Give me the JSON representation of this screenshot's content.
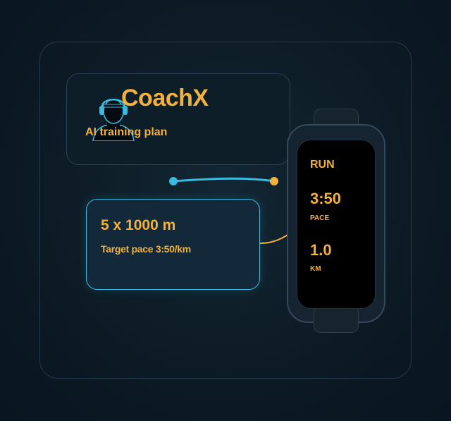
{
  "brand": {
    "name": "CoachX",
    "tagline": "AI training plan"
  },
  "workout": {
    "title": "5 x 1000 m",
    "subtitle": "Target pace 3:50/km"
  },
  "watch": {
    "activity": "RUN",
    "pace_value": "3:50",
    "pace_label": "PACE",
    "distance_value": "1.0",
    "distance_label": "KM"
  },
  "colors": {
    "accent": "#f2b13b",
    "highlight": "#3bbbe0",
    "background": "#0c1a24"
  },
  "icons": {
    "avatar": "coach-headset-avatar"
  }
}
